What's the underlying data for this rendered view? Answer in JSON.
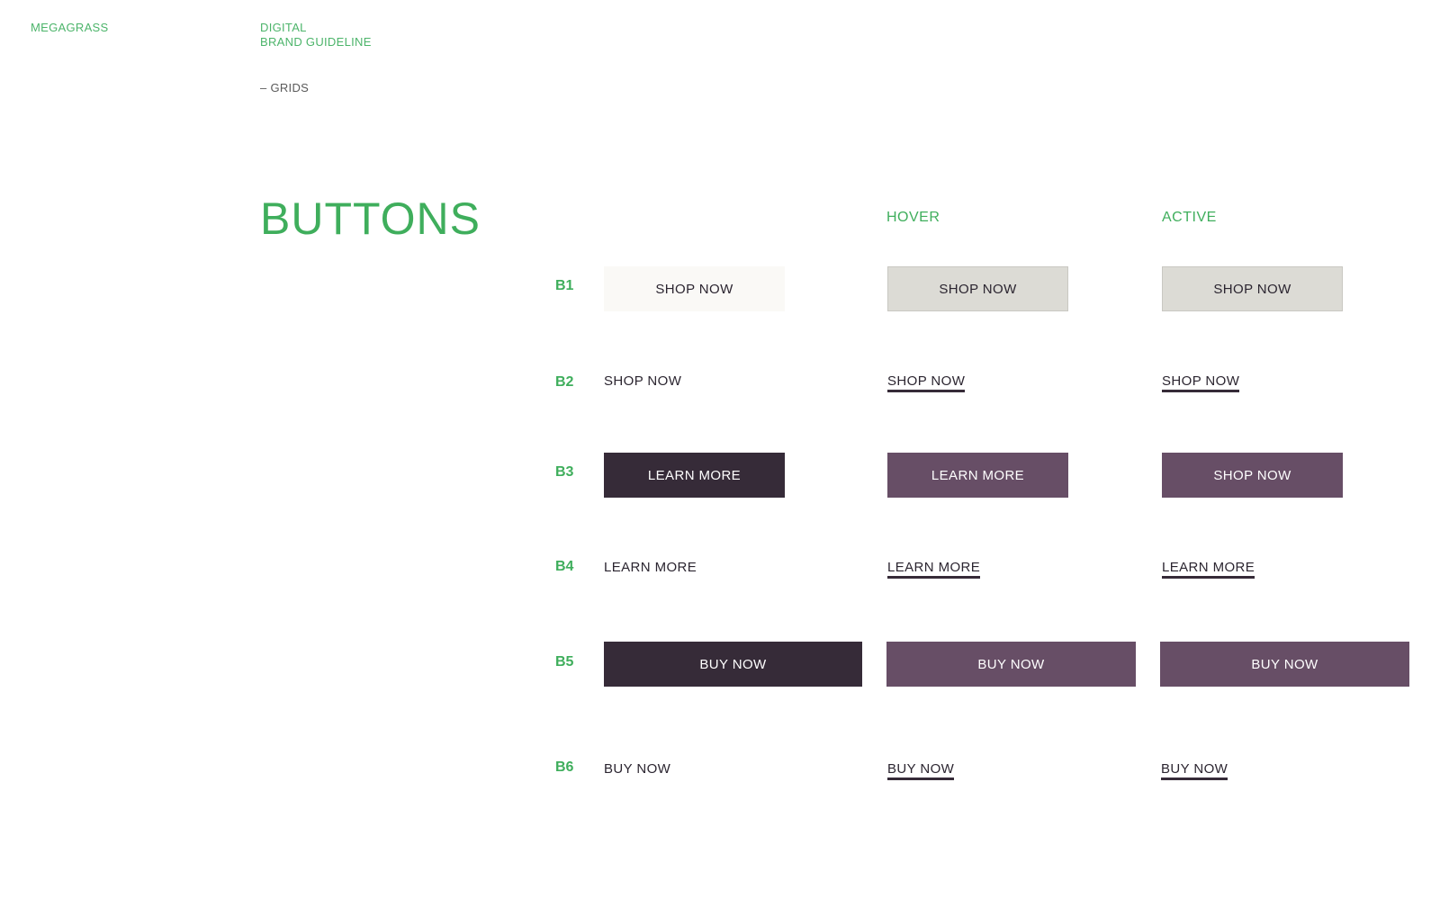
{
  "header": {
    "brand": "MEGAGRASS",
    "doc_title_line1": "DIGITAL",
    "doc_title_line2": "BRAND GUIDELINE",
    "section": "– GRIDS"
  },
  "page_title": "BUTTONS",
  "columns": {
    "hover": "HOVER",
    "active": "ACTIVE"
  },
  "rows": [
    {
      "label": "B1",
      "default": "SHOP NOW",
      "hover": "SHOP NOW",
      "active": "SHOP NOW"
    },
    {
      "label": "B2",
      "default": "SHOP NOW",
      "hover": "SHOP NOW",
      "active": "SHOP NOW"
    },
    {
      "label": "B3",
      "default": "LEARN MORE",
      "hover": "LEARN MORE",
      "active": "SHOP NOW"
    },
    {
      "label": "B4",
      "default": "LEARN MORE",
      "hover": "LEARN MORE",
      "active": "LEARN MORE"
    },
    {
      "label": "B5",
      "default": "BUY NOW",
      "hover": "BUY NOW",
      "active": "BUY NOW"
    },
    {
      "label": "B6",
      "default": "BUY NOW",
      "hover": "BUY NOW",
      "active": "BUY NOW"
    }
  ],
  "colors": {
    "brand_green": "#3fae5c",
    "dark_button": "#362b38",
    "purple_button": "#674e66",
    "light_button": "#faf9f6",
    "grey_button": "#dcdbd5"
  }
}
